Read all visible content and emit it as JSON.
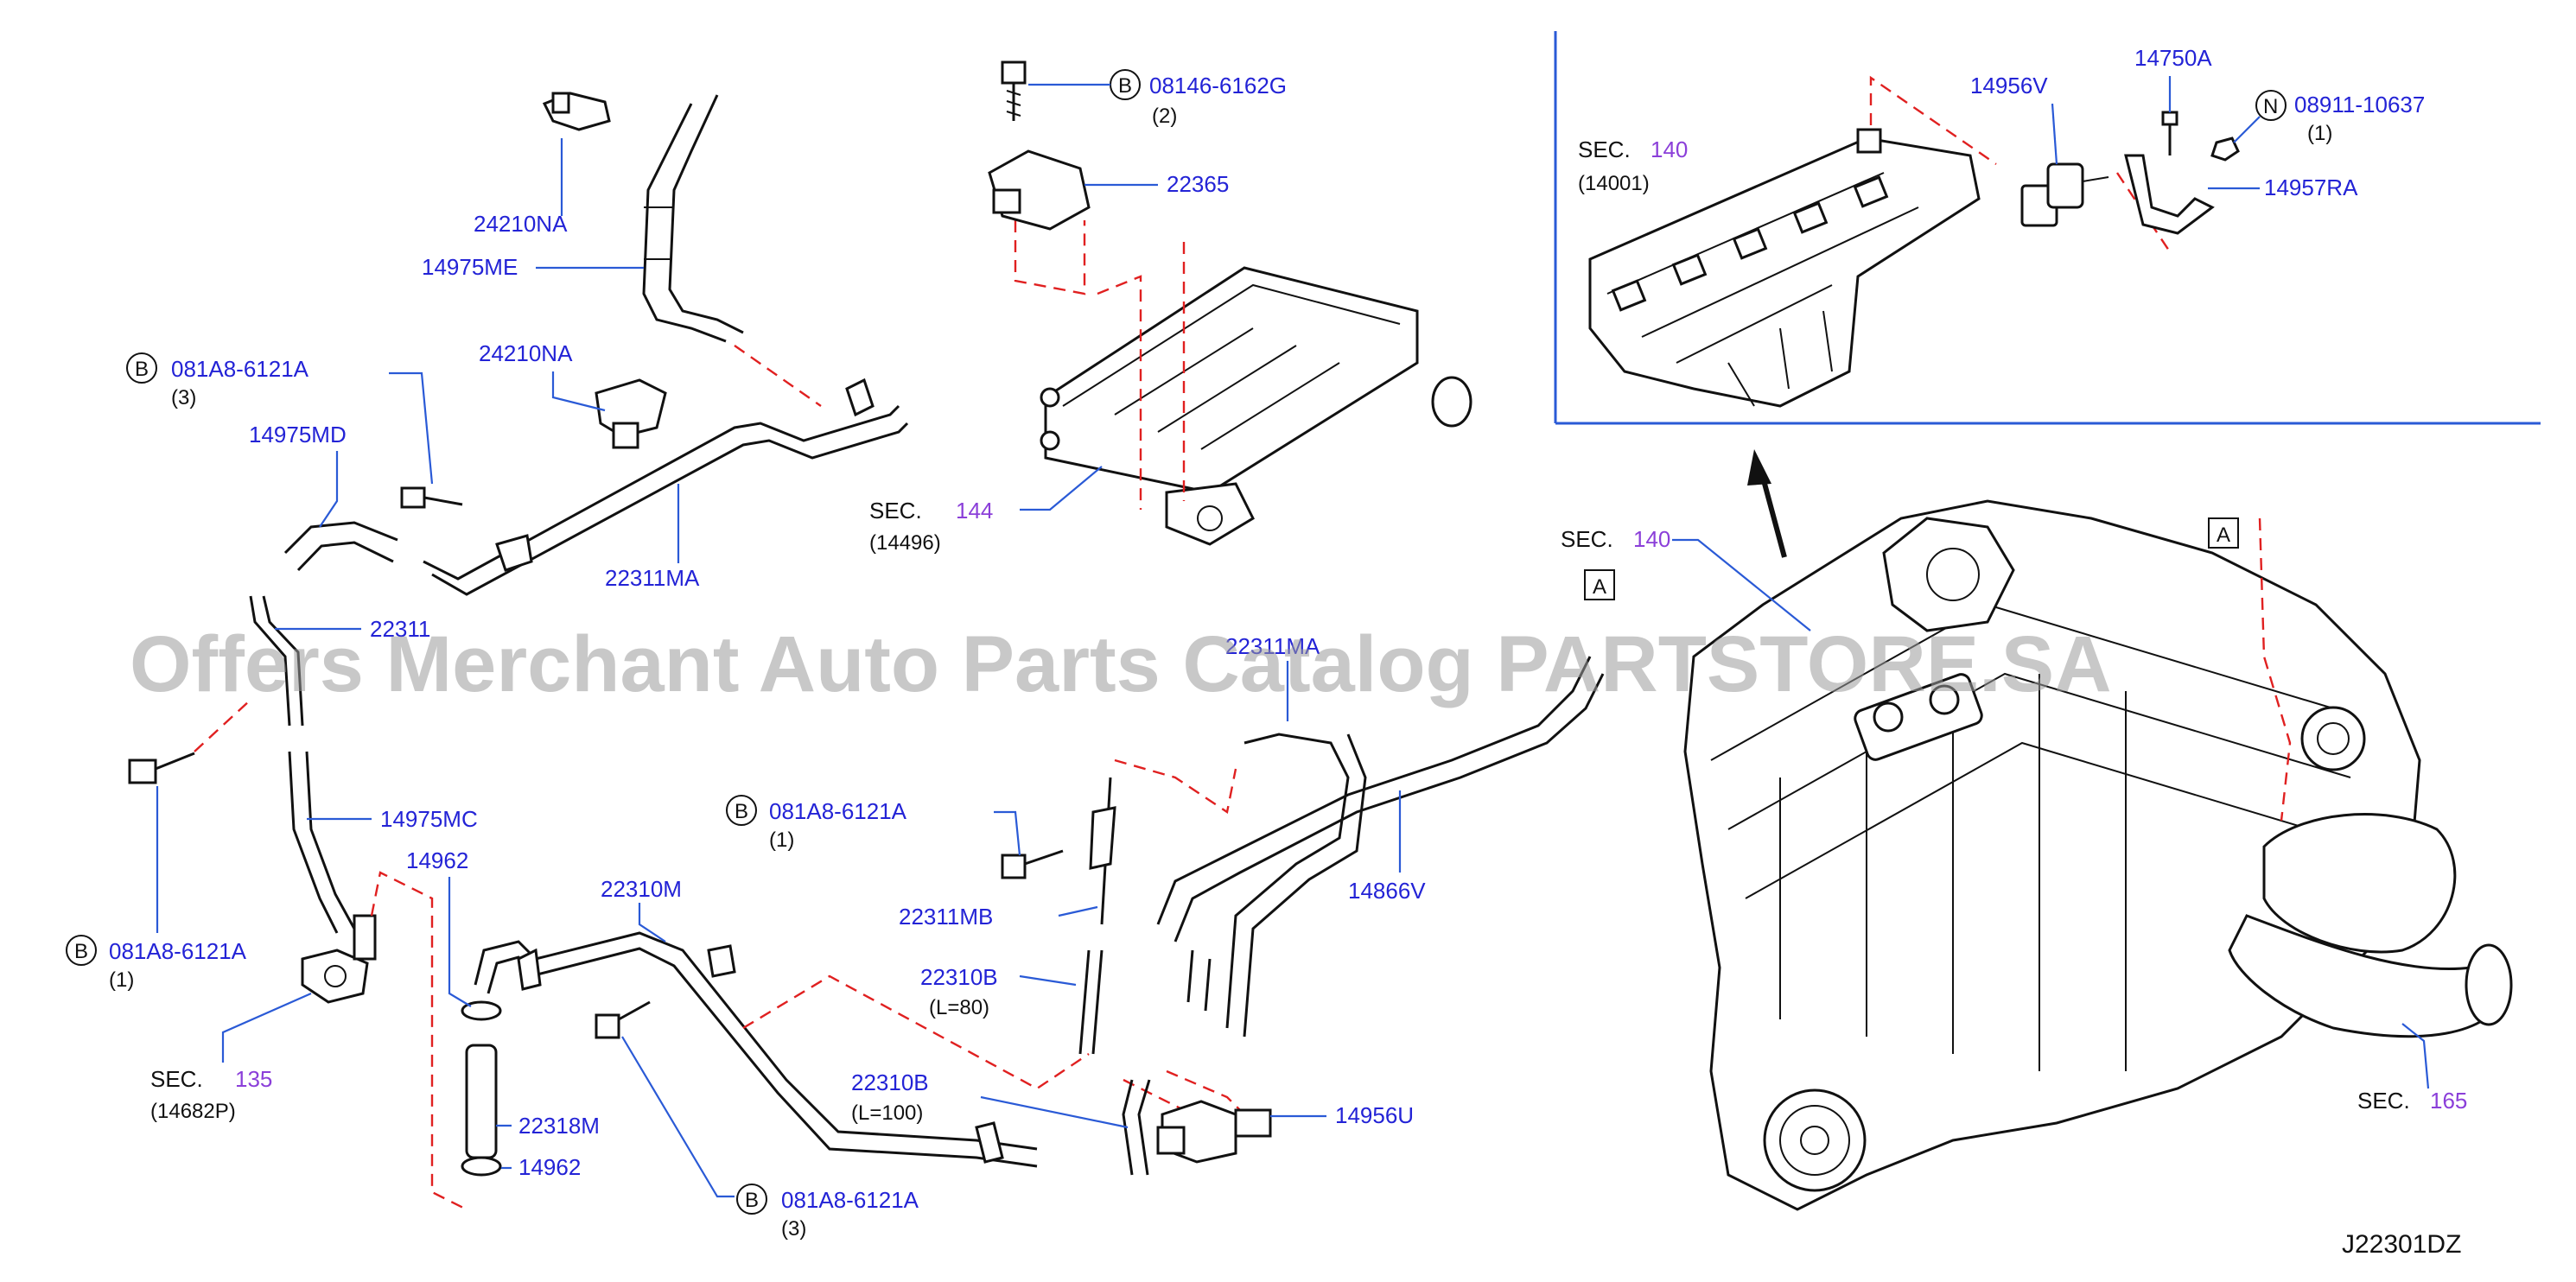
{
  "watermark": "Offers Merchant Auto Parts Catalog PARTSTORE.SA",
  "diagram_code": "J22301DZ",
  "bolt_marker": "B",
  "nut_marker": "N",
  "view_marker": "A",
  "sec_prefix": "SEC.",
  "labels": {
    "p24210NA_top": "24210NA",
    "p14975ME": "14975ME",
    "p24210NA_mid": "24210NA",
    "p081A8_a": "081A8-6121A",
    "p081A8_a_qty": "(3)",
    "p14975MD": "14975MD",
    "p22311MA": "22311MA",
    "p22311": "22311",
    "p14975MC": "14975MC",
    "p081A8_b": "081A8-6121A",
    "p081A8_b_qty": "(1)",
    "sec135_num": "135",
    "sec135_sub": "(14682P)",
    "p14962_a": "14962",
    "p22310M": "22310M",
    "p22318M": "22318M",
    "p14962_b": "14962",
    "p081A8_c": "081A8-6121A",
    "p081A8_c_qty": "(3)",
    "p08146": "08146-6162G",
    "p08146_qty": "(2)",
    "p22365": "22365",
    "sec144_num": "144",
    "sec144_sub": "(14496)",
    "p081A8_d": "081A8-6121A",
    "p081A8_d_qty": "(1)",
    "p22311MA_b": "22311MA",
    "p22311MB": "22311MB",
    "p22310B_a": "22310B",
    "p22310B_a_len": "(L=80)",
    "p22310B_b": "22310B",
    "p22310B_b_len": "(L=100)",
    "p14956U": "14956U",
    "p14866V": "14866V",
    "sec140_num": "140",
    "sec165_num": "165",
    "inset_sec140_num": "140",
    "inset_sec140_sub": "(14001)",
    "p14956V": "14956V",
    "p14750A": "14750A",
    "p08911": "08911-10637",
    "p08911_qty": "(1)",
    "p14957RA": "14957RA"
  }
}
